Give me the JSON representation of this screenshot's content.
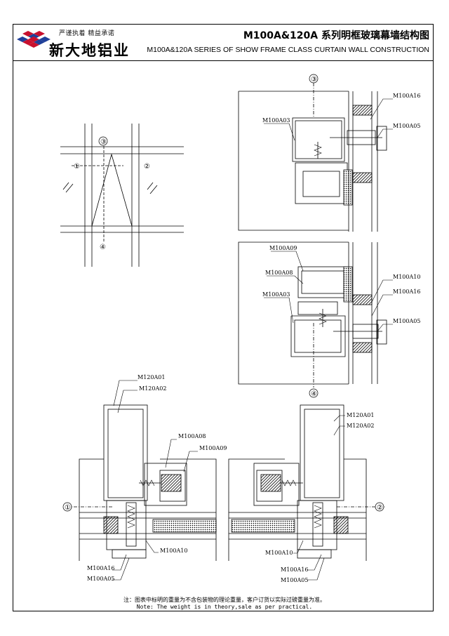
{
  "header": {
    "slogan": "严谨执着 精益承诺",
    "company_name": "新大地铝业",
    "title_cn": "M100A&120A 系列明框玻璃幕墙结构图",
    "title_en": "M100A&120A   SERIES OF SHOW FRAME CLASS CURTAIN WALL CONSTRUCTION"
  },
  "elevation": {
    "markers": [
      "①",
      "②",
      "③",
      "④"
    ]
  },
  "section_top": {
    "marker": "③",
    "labels": [
      "M100A16",
      "M100A03",
      "M100A05"
    ]
  },
  "section_bottom": {
    "marker": "④",
    "labels": [
      "M100A09",
      "M100A08",
      "M100A10",
      "M100A03",
      "M100A16",
      "M100A05"
    ]
  },
  "plan_left": {
    "marker": "①",
    "labels": [
      "M120A01",
      "M120A02",
      "M100A08",
      "M100A09",
      "M100A10",
      "M100A16",
      "M100A05"
    ]
  },
  "plan_right": {
    "marker": "②",
    "labels": [
      "M120A01",
      "M120A02",
      "M100A10",
      "M100A16",
      "M100A05"
    ]
  },
  "footer": {
    "note_cn": "注：图表中标明的重量为不含包装物的理论重量，客户订货以实际过磅重量为准。",
    "note_en": "Note: The weight is in theory,sale as per practical."
  }
}
